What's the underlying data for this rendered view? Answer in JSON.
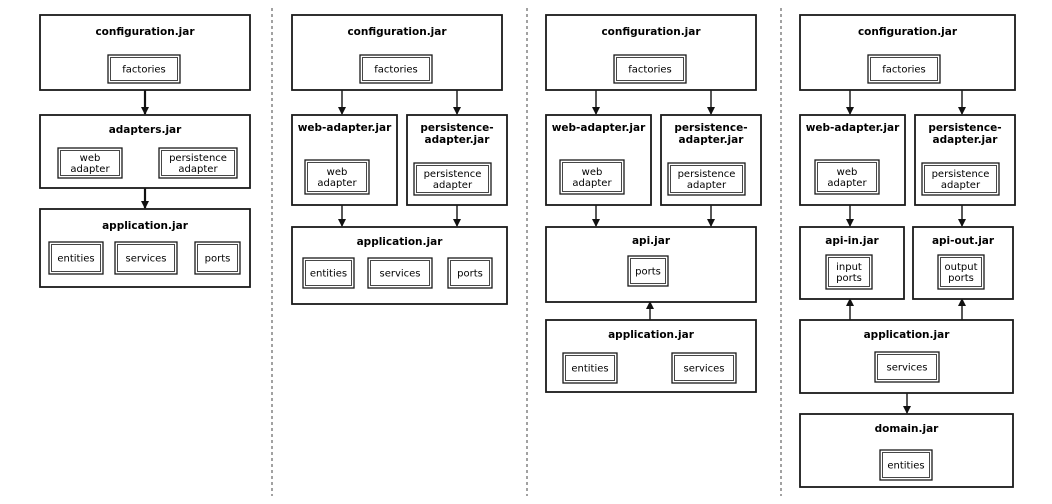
{
  "diagrams": [
    {
      "jars": [
        {
          "title": "configuration.jar",
          "boxes": [
            [
              "factories"
            ]
          ]
        },
        {
          "title": "adapters.jar",
          "boxes": [
            [
              "web",
              "adapter"
            ],
            [
              "persistence",
              "adapter"
            ]
          ]
        },
        {
          "title": "application.jar",
          "boxes": [
            [
              "entities"
            ],
            [
              "services"
            ],
            [
              "ports"
            ]
          ]
        }
      ]
    },
    {
      "jars": [
        {
          "title": "configuration.jar",
          "boxes": [
            [
              "factories"
            ]
          ]
        },
        {
          "title": "web-adapter.jar",
          "boxes": [
            [
              "web",
              "adapter"
            ]
          ]
        },
        {
          "title": "persistence-adapter.jar",
          "title_lines": [
            "persistence-",
            "adapter.jar"
          ],
          "boxes": [
            [
              "persistence",
              "adapter"
            ]
          ]
        },
        {
          "title": "application.jar",
          "boxes": [
            [
              "entities"
            ],
            [
              "services"
            ],
            [
              "ports"
            ]
          ]
        }
      ]
    },
    {
      "jars": [
        {
          "title": "configuration.jar",
          "boxes": [
            [
              "factories"
            ]
          ]
        },
        {
          "title": "web-adapter.jar",
          "boxes": [
            [
              "web",
              "adapter"
            ]
          ]
        },
        {
          "title": "persistence-adapter.jar",
          "title_lines": [
            "persistence-",
            "adapter.jar"
          ],
          "boxes": [
            [
              "persistence",
              "adapter"
            ]
          ]
        },
        {
          "title": "api.jar",
          "boxes": [
            [
              "ports"
            ]
          ]
        },
        {
          "title": "application.jar",
          "boxes": [
            [
              "entities"
            ],
            [
              "services"
            ]
          ]
        }
      ]
    },
    {
      "jars": [
        {
          "title": "configuration.jar",
          "boxes": [
            [
              "factories"
            ]
          ]
        },
        {
          "title": "web-adapter.jar",
          "boxes": [
            [
              "web",
              "adapter"
            ]
          ]
        },
        {
          "title": "persistence-adapter.jar",
          "title_lines": [
            "persistence-",
            "adapter.jar"
          ],
          "boxes": [
            [
              "persistence",
              "adapter"
            ]
          ]
        },
        {
          "title": "api-in.jar",
          "boxes": [
            [
              "input",
              "ports"
            ]
          ]
        },
        {
          "title": "api-out.jar",
          "boxes": [
            [
              "output",
              "ports"
            ]
          ]
        },
        {
          "title": "application.jar",
          "boxes": [
            [
              "services"
            ]
          ]
        },
        {
          "title": "domain.jar",
          "boxes": [
            [
              "entities"
            ]
          ]
        }
      ]
    }
  ]
}
